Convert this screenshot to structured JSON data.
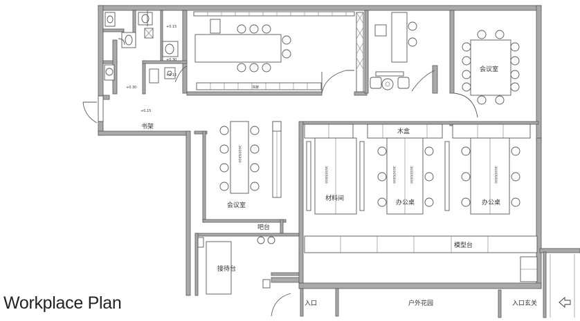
{
  "title": "Workplace Plan",
  "rooms": {
    "meeting_room_right": "会议室",
    "meeting_room_left": "会议室",
    "material_room": "材料间",
    "office_a": "办公桌",
    "office_b": "办公桌",
    "bar": "吧台",
    "reception": "接待台",
    "model_table": "模型台",
    "wood_box": "木盒",
    "bookshelf_top": "书架",
    "bookshelf_left": "书架",
    "entrance": "入口",
    "garden": "户外花园",
    "entrance_hall": "入口玄关"
  },
  "dims": {
    "desk_a": "3600X800",
    "desk_b": "3600X800",
    "desk_c": "3600X800",
    "desk_d": "3600X800",
    "desk_e": "3600X800"
  },
  "levels": {
    "l1": "+0.15",
    "l2": "+0.30",
    "l3": "+0.15",
    "l4": "+0.30",
    "l5": "+0.15"
  },
  "icons": {
    "arrow": "arrow-left-icon"
  }
}
